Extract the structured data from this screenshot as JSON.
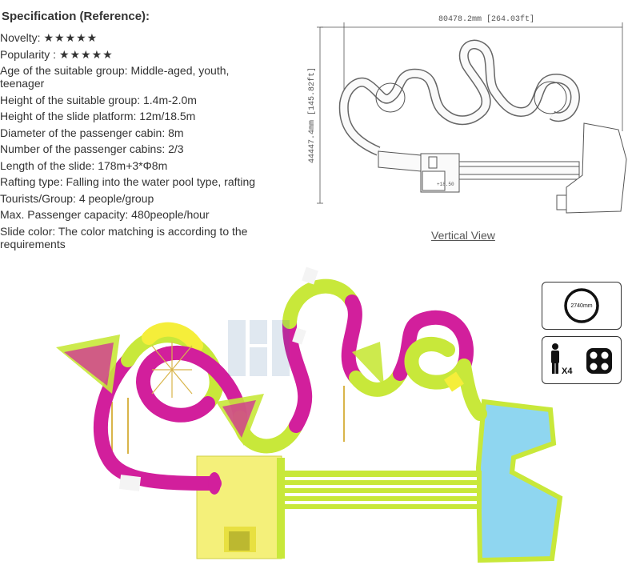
{
  "spec": {
    "heading": "Specification (Reference):",
    "items": [
      {
        "label": "Novelty: ",
        "stars": "★★★★★"
      },
      {
        "label": "Popularity : ",
        "stars": "★★★★★"
      },
      {
        "text": "Age of the suitable group: Middle-aged, youth, teenager"
      },
      {
        "text": "Height of the suitable group: 1.4m-2.0m"
      },
      {
        "text": "Height of the slide platform: 12m/18.5m"
      },
      {
        "text": "Diameter of the passenger cabin: 8m"
      },
      {
        "text": "Number of the passenger cabins: 2/3"
      },
      {
        "text": "Length of the slide: 178m+3*Φ8m"
      },
      {
        "text": "Rafting type: Falling into the water pool type, rafting"
      },
      {
        "text": "Tourists/Group: 4 people/group"
      },
      {
        "text": "Max. Passenger capacity: 480people/hour"
      },
      {
        "text": "Slide color: The color matching is according to the requirements"
      }
    ]
  },
  "drawing": {
    "width_dim": "80478.2mm [264.03ft]",
    "height_dim": "44447.4mm [145.82ft]",
    "platform_mark": "+18.50",
    "caption": "Vertical View"
  },
  "badges": {
    "tube_diameter": "2740mm",
    "riders": "X4"
  },
  "colors": {
    "slide_green": "#c8e83a",
    "slide_pink": "#d21f9c",
    "slide_white": "#f4f4f4",
    "slide_yellow": "#f5ee3a",
    "pool_blue": "#8fd6f0",
    "platform_yellow": "#f4f07a"
  },
  "icons": [
    "star-icon",
    "tube-diameter-icon",
    "person-icon",
    "raft-4-seat-icon"
  ]
}
